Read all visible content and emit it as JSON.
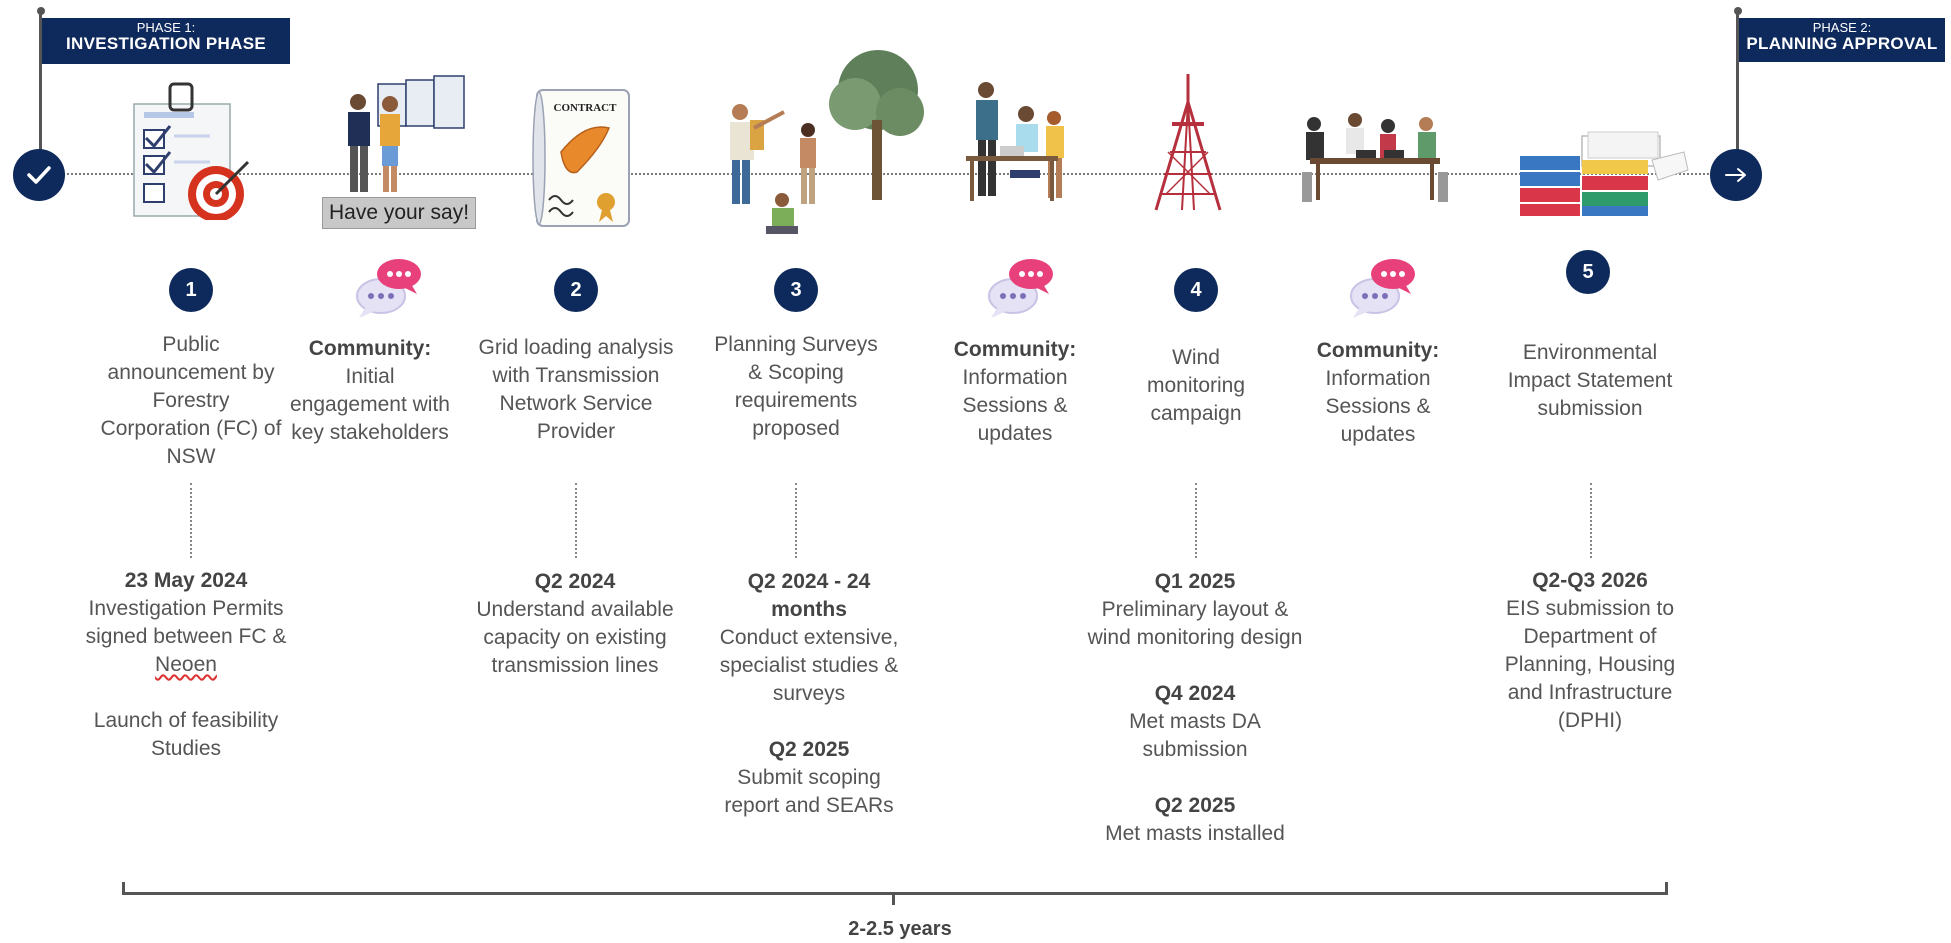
{
  "phase1": {
    "line1": "PHASE 1:",
    "line2": "INVESTIGATION PHASE"
  },
  "phase2": {
    "line1": "PHASE 2:",
    "line2": "PLANNING APPROVAL"
  },
  "images": {
    "have_your_say": "Have your say!",
    "contract": "CONTRACT"
  },
  "steps": [
    {
      "number": "1",
      "text": "Public announcement by Forestry Corporation (FC) of NSW"
    },
    {
      "number": "2",
      "text": "Grid loading analysis with Transmission Network Service Provider"
    },
    {
      "number": "3",
      "text": "Planning Surveys & Scoping requirements proposed"
    },
    {
      "number": "4",
      "text": "Wind monitoring campaign"
    },
    {
      "number": "5",
      "text": "Environmental Impact Statement submission"
    }
  ],
  "community": [
    {
      "title": "Community:",
      "text": "Initial engagement with key stakeholders"
    },
    {
      "title": "Community:",
      "text": "Information Sessions & updates"
    },
    {
      "title": "Community:",
      "text": "Information Sessions & updates"
    }
  ],
  "details": {
    "step1": {
      "date": "23 May 2024",
      "text_a": "Investigation Permits signed between FC &",
      "text_b": "Neoen",
      "text2": "Launch of feasibility Studies"
    },
    "step2": {
      "date": "Q2 2024",
      "text": "Understand available capacity on existing transmission lines"
    },
    "step3": {
      "date": "Q2 2024 - 24 months",
      "text": "Conduct extensive, specialist studies & surveys",
      "date2": "Q2 2025",
      "text2": "Submit scoping report and SEARs"
    },
    "step4": {
      "date": "Q1 2025",
      "text": "Preliminary layout & wind monitoring design",
      "date2": "Q4 2024",
      "text2": "Met masts DA submission",
      "date3": "Q2 2025",
      "text3": "Met masts installed"
    },
    "step5": {
      "date": "Q2-Q3 2026",
      "text": "EIS submission to Department of Planning, Housing and Infrastructure (DPHI)"
    }
  },
  "duration": "2-2.5 years",
  "icons": {
    "start": "check-icon",
    "end": "arrow-right-icon",
    "bubble": "speech-bubble-icon",
    "colors": {
      "navy": "#0e2a5c",
      "pink": "#e8407a",
      "lavender": "#c9c3e6"
    }
  }
}
